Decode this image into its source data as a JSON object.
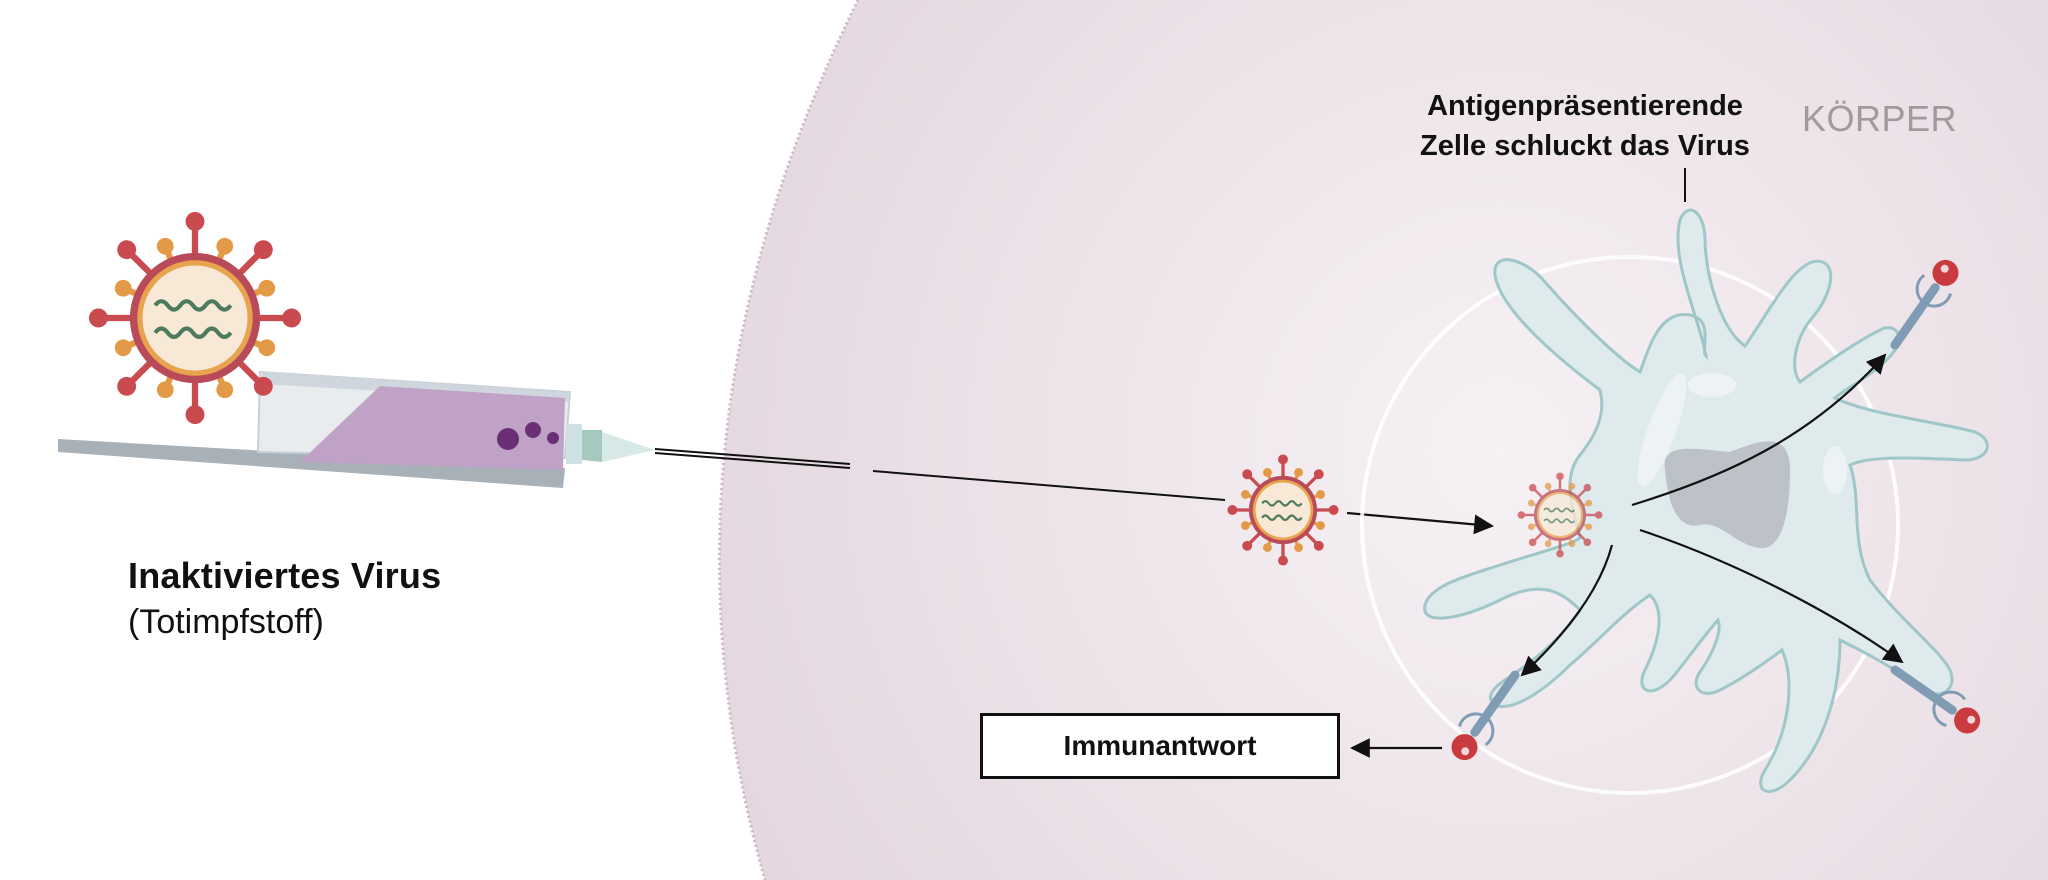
{
  "vaccine": {
    "title": "Inaktiviertes Virus",
    "subtitle": "(Totimpfstoff)"
  },
  "cell": {
    "label_line1": "Antigenpräsentierende",
    "label_line2": "Zelle schluckt das Virus"
  },
  "body_area": {
    "label": "KÖRPER"
  },
  "response": {
    "label": "Immunantwort"
  },
  "colors": {
    "body_background": "#e9dfe5",
    "virus_spike_red": "#c94a4f",
    "virus_spike_orange": "#e39a47",
    "virus_core": "#f7e9d6",
    "virus_rna": "#4e7a5e",
    "syringe_fill": "#bfa2c5",
    "syringe_dots": "#6b2f75",
    "cell_fill": "#dfeaec",
    "cell_outline": "#9fc7c9",
    "nucleus": "#bdc2c8",
    "antigen_red": "#c93b3e",
    "receptor_blue": "#7f9cb4"
  },
  "icons": [
    "virus-icon",
    "syringe-icon",
    "antigen-presenting-cell-icon",
    "antigen-receptor-icon",
    "arrow-icon"
  ]
}
